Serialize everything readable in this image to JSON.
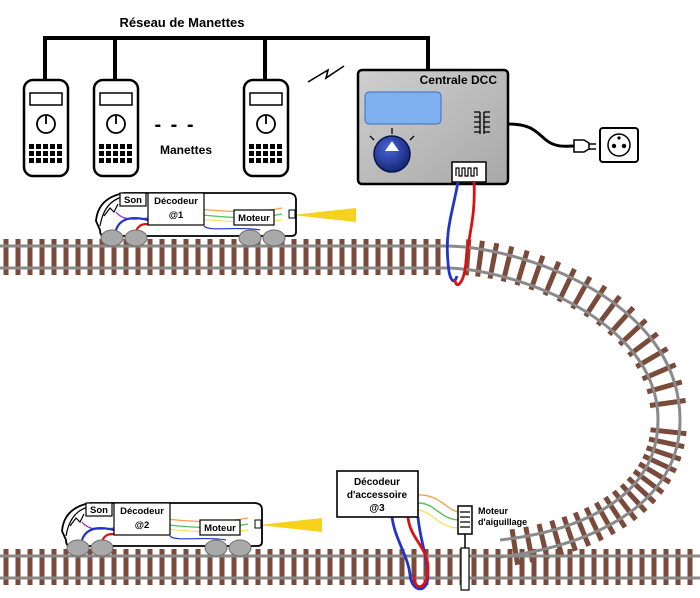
{
  "network": {
    "title": "Réseau de Manettes"
  },
  "throttles": {
    "label": "Manettes",
    "ellipsis": "- - -"
  },
  "central": {
    "title": "Centrale DCC"
  },
  "train1": {
    "sound": "Son",
    "decoder_line1": "Décodeur",
    "decoder_line2": "@1",
    "motor": "Moteur"
  },
  "train2": {
    "sound": "Son",
    "decoder_line1": "Décodeur",
    "decoder_line2": "@2",
    "motor": "Moteur"
  },
  "accessory_decoder": {
    "line1": "Décodeur",
    "line2": "d'accessoire",
    "line3": "@3"
  },
  "turnout_motor": {
    "line1": "Moteur",
    "line2": "d'aiguillage"
  },
  "colors": {
    "rail": "#8a8a8a",
    "tie": "#7a4a3a",
    "wire_blue": "#2233cc",
    "wire_red": "#dd1111",
    "central_body": "#b9b9b9",
    "display": "#7fb0ef",
    "headlight": "#f6d21c"
  }
}
